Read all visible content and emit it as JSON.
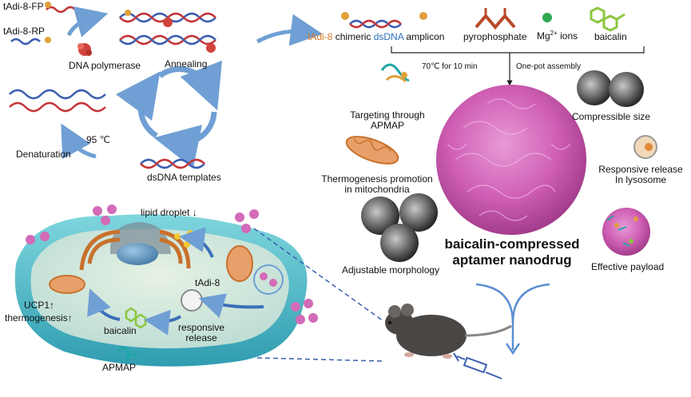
{
  "pcr": {
    "primer_fp": "tAdi-8-FP",
    "primer_rp": "tAdi-8-RP",
    "polymerase": "DNA polymerase",
    "annealing": "Annealing",
    "denaturation": "Denaturation",
    "temperature": "95 ℃",
    "templates": "dsDNA templates"
  },
  "components": {
    "amplicon_prefix": "tAdi-8",
    "amplicon_word": "chimeric",
    "amplicon_dsdna": "dsDNA",
    "amplicon_suffix": "amplicon",
    "pyrophosphate": "pyrophosphate",
    "mg_base": "Mg",
    "mg_sup": "2+",
    "mg_suffix": "ions",
    "baicalin": "baicalin"
  },
  "assembly": {
    "condition": "70℃ for 10 min",
    "method": "One-pot assembly"
  },
  "features": {
    "targeting_line1": "Targeting through",
    "targeting_line2": "APMAP",
    "compressible": "Compressible size",
    "thermogenesis_line1": "Thermogenesis promotion",
    "thermogenesis_line2": "in mitochondria",
    "responsive_line1": "Responsive release",
    "responsive_line2": "In lysosome",
    "morphology": "Adjustable morphology",
    "payload": "Effective payload"
  },
  "nanodrug": {
    "line1": "baicalin-compressed",
    "line2": "aptamer nanodrug"
  },
  "cell": {
    "lipid": "lipid droplet ↓",
    "tadi": "tAdi-8",
    "ucp1": "UCP1↑",
    "thermo": "thermogenesis↑",
    "baicalin": "baicalin",
    "responsive_line1": "responsive",
    "responsive_line2": "release",
    "apmap": "APMAP"
  },
  "colors": {
    "arrow_blue": "#6f9fd4",
    "nanodrug_pink": "#d36bb8",
    "cell_cyan": "#5ec3cf",
    "mito_orange": "#c8712c",
    "dna_red": "#c4363a",
    "dna_blue": "#3b5fb0",
    "baicalin_green": "#8cc63f"
  }
}
